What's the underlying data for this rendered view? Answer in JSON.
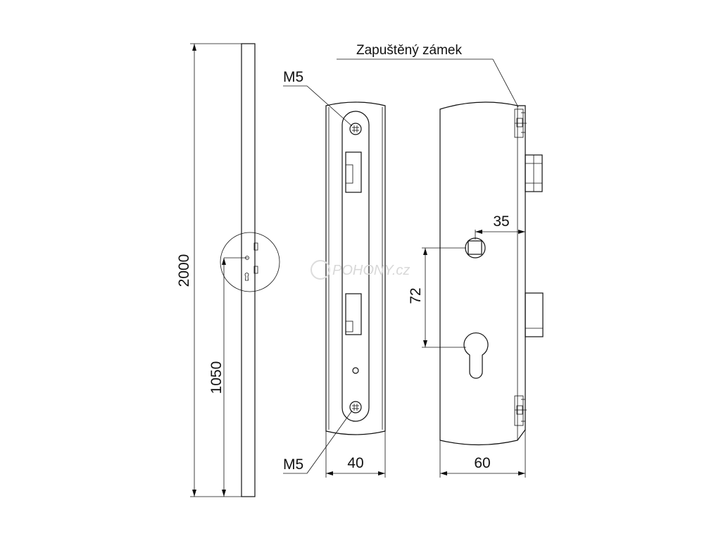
{
  "labels": {
    "callout_lock": "Zapuštěný zámek",
    "screw_top": "M5",
    "screw_bottom": "M5",
    "dim_height_total": "2000",
    "dim_height_handle": "1050",
    "dim_width_faceplate": "40",
    "dim_width_case": "60",
    "dim_backset": "35",
    "dim_center_distance": "72"
  },
  "watermark": {
    "text": "POHONY.cz"
  }
}
